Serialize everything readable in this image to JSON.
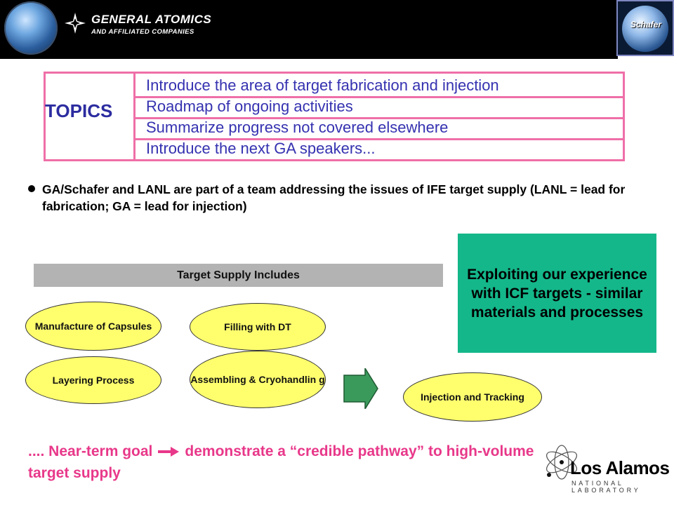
{
  "header": {
    "company_name": "GENERAL ATOMICS",
    "company_sub": "AND AFFILIATED COMPANIES",
    "badge_label": "Schafer"
  },
  "topics": {
    "title": "TOPICS",
    "items": [
      "Introduce the area of target fabrication and injection",
      "Roadmap of ongoing activities",
      "Summarize progress not covered elsewhere",
      "Introduce the next GA speakers..."
    ]
  },
  "bullet": {
    "text": "GA/Schafer and LANL are part of a team addressing the issues of IFE target supply (LANL = lead for fabrication; GA = lead for injection)"
  },
  "exploit_box": {
    "text": "Exploiting our experience with ICF targets - similar materials and processes"
  },
  "supply": {
    "header": "Target Supply Includes",
    "items": [
      "Manufacture of Capsules",
      "Filling with DT",
      "Layering Process",
      "Assembling & Cryohandlin g"
    ],
    "result": "Injection and Tracking"
  },
  "goal": {
    "lead": ".... Near-term goal",
    "tail": "demonstrate a “credible pathway” to high-volume target supply"
  },
  "footer_logo": {
    "name": "Los Alamos",
    "sub": "NATIONAL LABORATORY"
  },
  "colors": {
    "topics_border": "#ef6fa8",
    "topics_text": "#3532b0",
    "exploit_bg": "#14b78a",
    "oval_fill": "#ffff6e",
    "goal_text": "#e8388a",
    "arrow_fill": "#3a9a5b"
  }
}
